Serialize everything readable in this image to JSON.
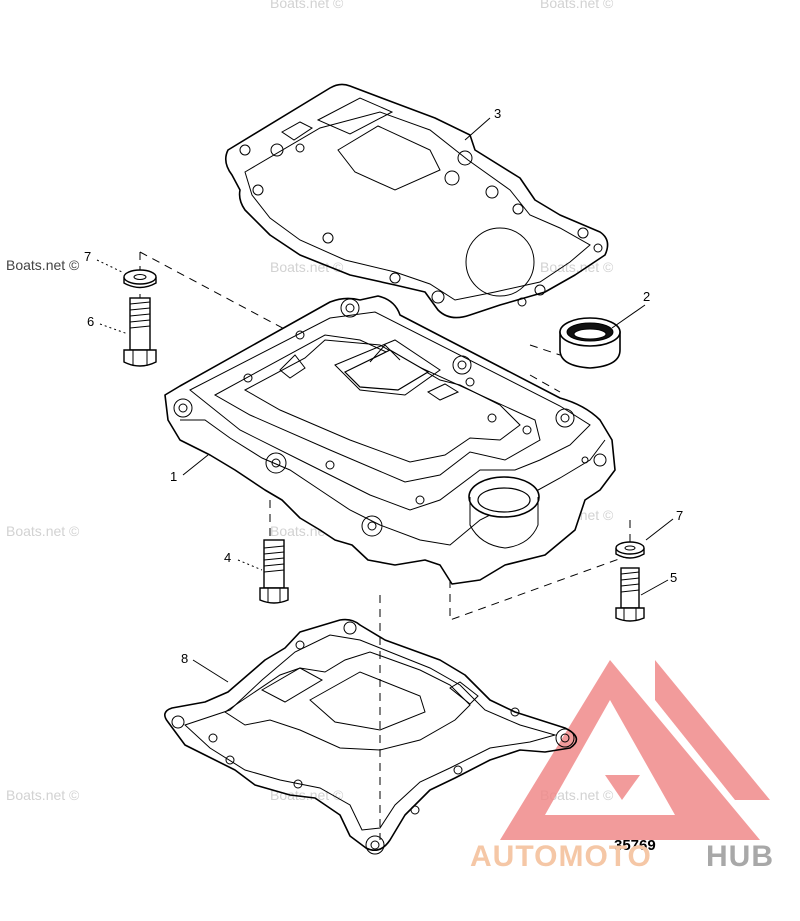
{
  "watermark": "Boats.net ©",
  "drawing_number": "35769",
  "callouts": {
    "gasket_top": "3",
    "seal": "2",
    "washer_left": "7",
    "bolt_left": "6",
    "adapter_plate": "1",
    "bolt_bottom": "4",
    "washer_right": "7",
    "bolt_right": "5",
    "gasket_bottom": "8"
  },
  "logo": {
    "part1": "AUTOMOTO",
    "part2": "HUB",
    "color_part1": "#f5c7a6",
    "color_part2": "#a8a8a8",
    "triangle_color": "#f08a8a"
  }
}
